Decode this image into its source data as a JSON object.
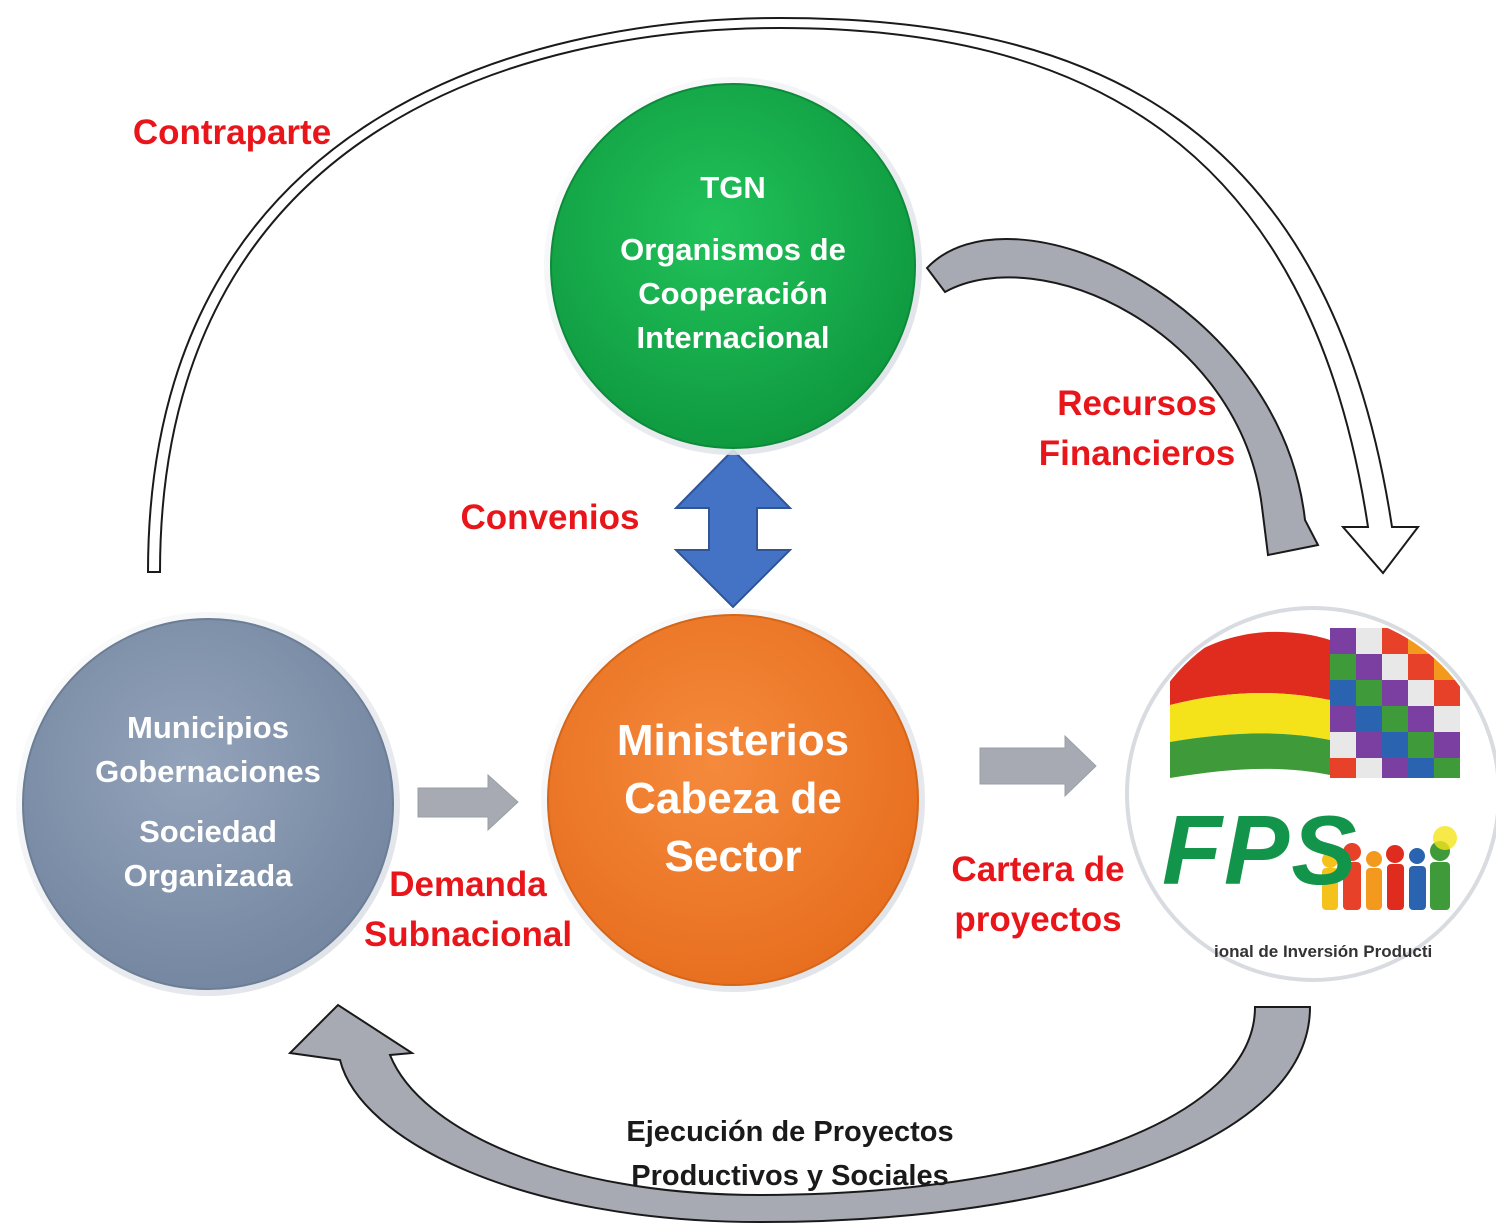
{
  "nodes": {
    "tgn": {
      "title": "TGN",
      "lines": [
        "Organismos de",
        "Cooperación",
        "Internacional"
      ],
      "color": "#14a94a"
    },
    "subnational": {
      "lines1": [
        "Municipios",
        "Gobernaciones"
      ],
      "lines2": [
        "Sociedad",
        "Organizada"
      ],
      "color": "#8798b0"
    },
    "ministerios": {
      "lines": [
        "Ministerios",
        "Cabeza de",
        "Sector"
      ],
      "color": "#f0782a"
    },
    "fps": {
      "logo_text": "FPS",
      "caption": "ional de Inversión Producti"
    }
  },
  "labels": {
    "contraparte": "Contraparte",
    "convenios": "Convenios",
    "recursos": [
      "Recursos",
      "Financieros"
    ],
    "demanda": [
      "Demanda",
      "Subnacional"
    ],
    "cartera": [
      "Cartera de",
      "proyectos"
    ],
    "ejecucion": [
      "Ejecución de Proyectos",
      "Productivos y Sociales"
    ]
  },
  "colors": {
    "label_red": "#e8161b",
    "arrow_gray": "#a7aab2",
    "double_arrow_blue": "#4472c4",
    "outline": "#1a1a1a"
  }
}
